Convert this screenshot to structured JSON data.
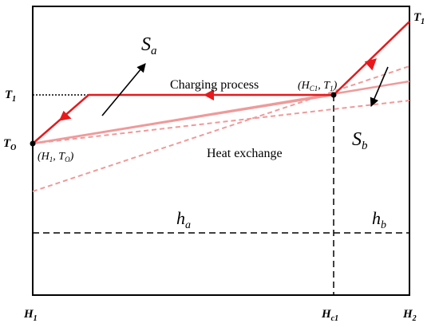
{
  "colors": {
    "frame": "#000000",
    "charging_path": "#e8191c",
    "exchange_line": "#ef9a9a"
  },
  "labels": {
    "T1_right": "T",
    "T1_right_sub": "1",
    "T1_left": "T",
    "T1_left_sub": "1",
    "T0_left": "T",
    "T0_left_sub": "O",
    "Sa_main": "S",
    "Sa_sub": "a",
    "Sb_main": "S",
    "Sb_sub": "b",
    "charging_process": "Charging process",
    "heat_exchange": "Heat exchange",
    "point_c1": "(H",
    "point_c1_sub": "C1",
    "point_c1_rest": ", T",
    "point_c1_sub2": "1",
    "point_c1_end": ")",
    "point_1": "(H",
    "point_1_sub": "1",
    "point_1_rest": ", T",
    "point_1_sub2": "O",
    "point_1_end": ")",
    "ha_main": "h",
    "ha_sub": "a",
    "hb_main": "h",
    "hb_sub": "b",
    "H1_main": "H",
    "H1_sub": "1",
    "Hc1_main": "H",
    "Hc1_sub": "c1",
    "H2_main": "H",
    "H2_sub": "2"
  }
}
